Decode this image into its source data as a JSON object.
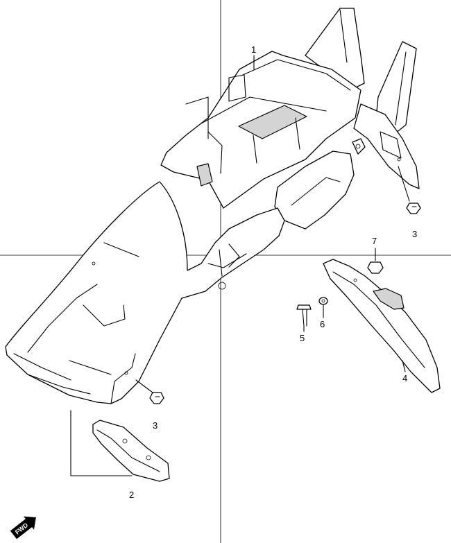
{
  "callouts": [
    {
      "label": "1"
    },
    {
      "label": "2"
    },
    {
      "label": "3"
    },
    {
      "label": "3"
    },
    {
      "label": "4"
    },
    {
      "label": "5"
    },
    {
      "label": "6"
    },
    {
      "label": "7"
    }
  ],
  "fwd_badge": {
    "label": "FWD",
    "icon": "forward-arrow-icon"
  },
  "colors": {
    "line": "#000000",
    "background": "#ffffff",
    "shade": "#d4d4d4"
  }
}
